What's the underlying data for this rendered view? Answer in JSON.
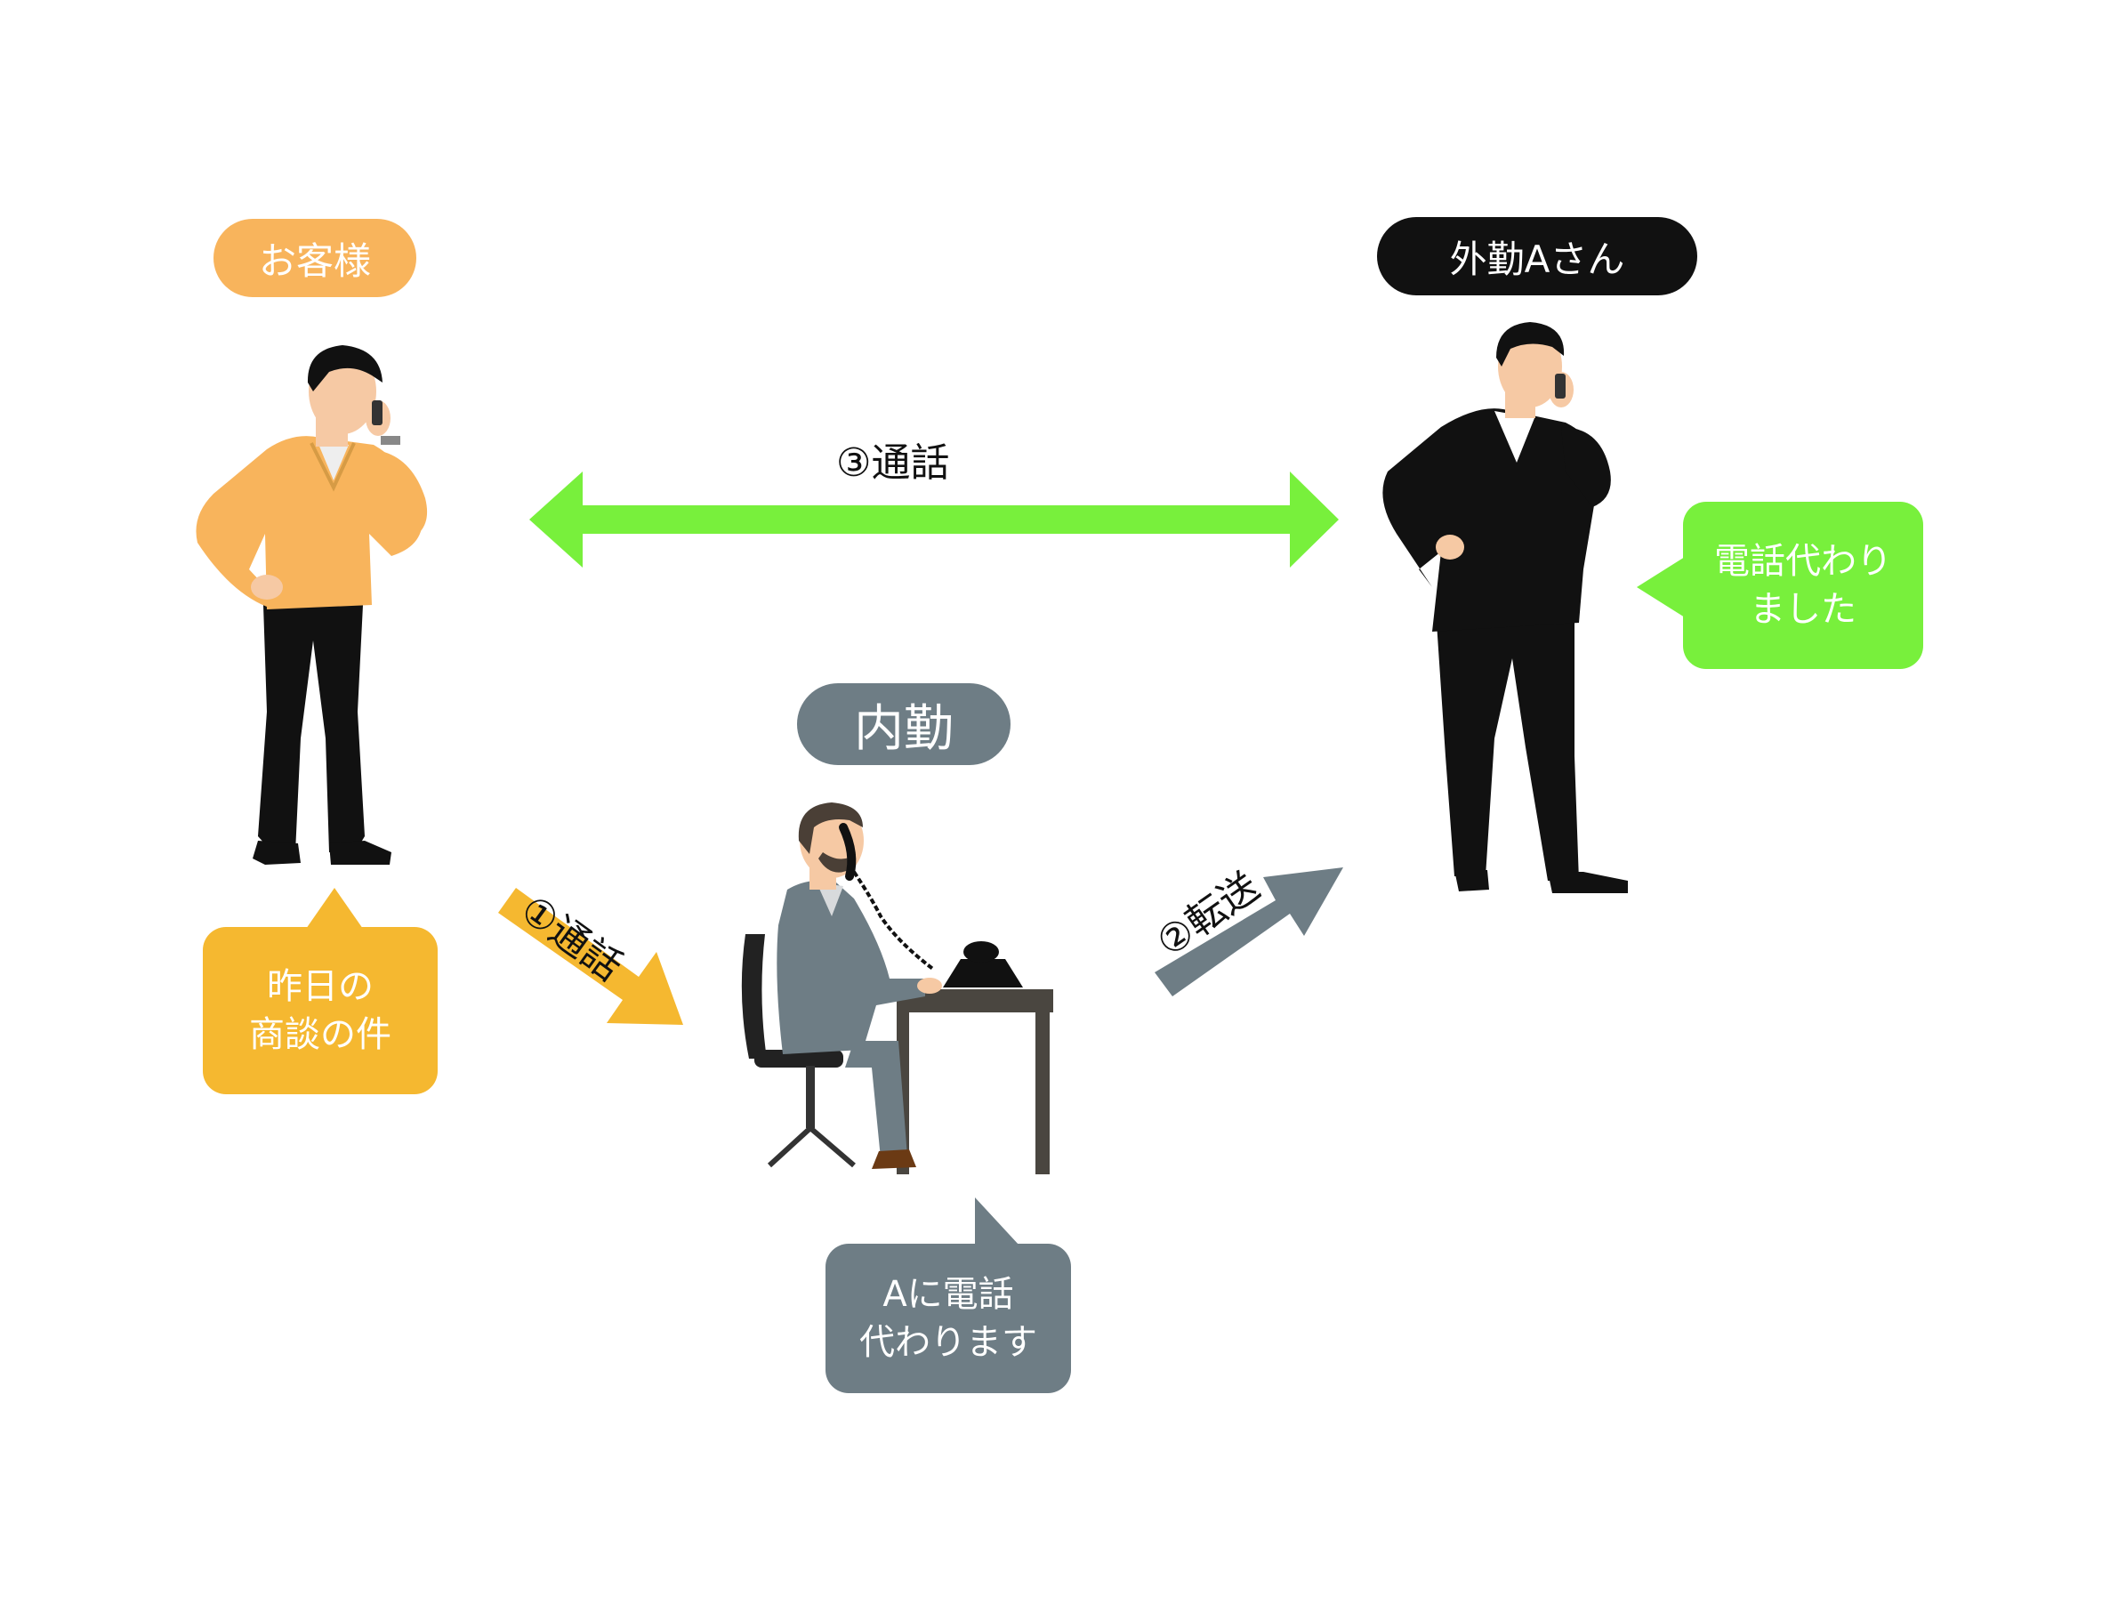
{
  "actors": {
    "customer": {
      "label": "お客様",
      "color": "#f8b45c"
    },
    "field_staff": {
      "label": "外勤Aさん",
      "color": "#111111"
    },
    "office_staff": {
      "label": "内勤",
      "color": "#6e7d85"
    }
  },
  "bubbles": {
    "customer_speech": {
      "lines": [
        "昨日の",
        "商談の件"
      ],
      "color": "#f5b830"
    },
    "office_speech": {
      "lines": [
        "Aに電話",
        "代わります"
      ],
      "color": "#6e7d85"
    },
    "field_speech": {
      "lines": [
        "電話代わり",
        "ました"
      ],
      "color": "#78f03c"
    }
  },
  "arrows": {
    "step1": {
      "label": "①通話",
      "color": "#f5b830"
    },
    "step2": {
      "label": "②転送",
      "color": "#6e7d85"
    },
    "step3": {
      "label": "③通話",
      "color": "#78f03c"
    }
  }
}
